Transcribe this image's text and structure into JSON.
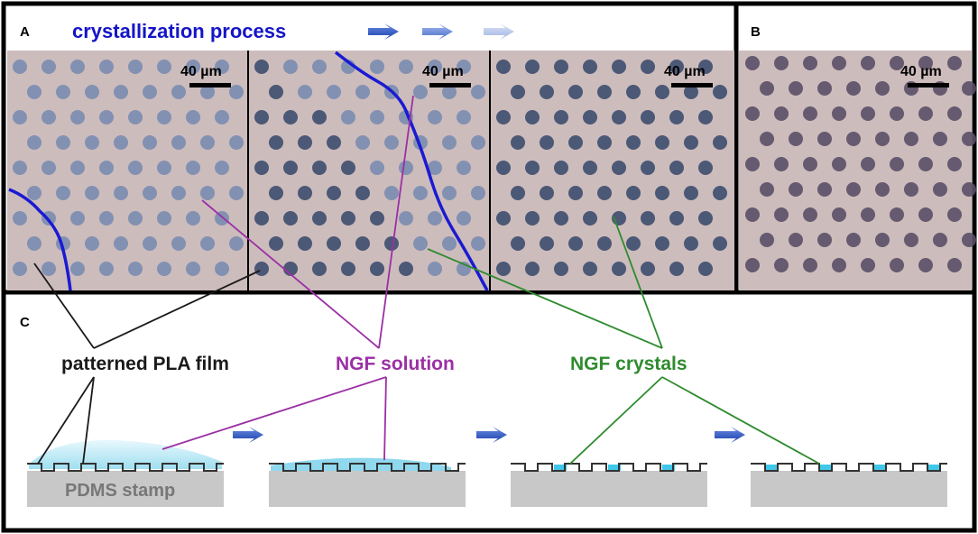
{
  "panel_a": {
    "letter": "A",
    "title": "crystallization process",
    "scale_bar_label": "40 µm"
  },
  "panel_b": {
    "letter": "B",
    "scale_bar_label": "40 µm"
  },
  "panel_c": {
    "letter": "C",
    "labels": {
      "pla_film": "patterned PLA film",
      "ngf_solution": "NGF solution",
      "ngf_crystals": "NGF crystals",
      "pdms_stamp": "PDMS stamp"
    }
  },
  "colors": {
    "title_blue": "#1414c8",
    "boundary_blue": "#1a1ad2",
    "ngf_solution_purple": "#9b2fa5",
    "ngf_crystals_green": "#2e8b2e",
    "micrograph_background": "#cdbcbc",
    "well_empty": "#7a8cb0",
    "well_filled": "#3d4c6e",
    "stamp_gray": "#c8c8c8",
    "solution_cyan": "#7fd8ee"
  }
}
